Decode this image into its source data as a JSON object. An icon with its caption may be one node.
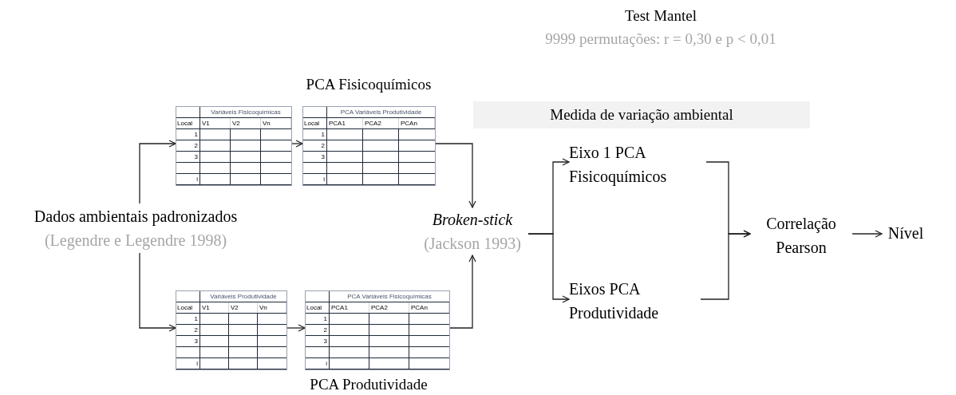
{
  "diagram": {
    "nodes": [
      {
        "text": [
          "Dados ambientais padronizados",
          "(Legendre e Legendre 1998)"
        ]
      },
      {
        "text": [
          "Variáveis Fisicoquímicas",
          "Local",
          "V1",
          "V2",
          "Vn",
          "1",
          "2",
          "3",
          "i"
        ]
      },
      {
        "text": [
          "PCA Variáveis Produtividade",
          "Local",
          "PCA1",
          "PCA2",
          "PCAn",
          "1",
          "2",
          "3",
          "i"
        ],
        "beside": [
          "PCA Fisicoquímicos"
        ]
      },
      {
        "text": [
          "Variáveis Produtividade",
          "Local",
          "V1",
          "V2",
          "Vn",
          "1",
          "2",
          "3",
          "i"
        ]
      },
      {
        "text": [
          "PCA Variáveis Fisicoquímicas",
          "Local",
          "PCA1",
          "PCA2",
          "PCAn",
          "1",
          "2",
          "3",
          "i"
        ],
        "beside": [
          "PCA Produtividade"
        ]
      },
      {
        "text": [
          "Broken-stick",
          "(Jackson 1993)"
        ]
      },
      {
        "text": [
          "Eixo 1 PCA Fisicoquímicos"
        ]
      },
      {
        "text": [
          "Eixos PCA Produtividade"
        ]
      },
      {
        "text": [
          "Correlação Pearson"
        ]
      },
      {
        "text": [
          "Nível"
        ]
      },
      {
        "text": [
          "Medida de variação ambiental"
        ]
      }
    ],
    "edges": [
      {
        "from": 0,
        "to": 1,
        "arrow": "to"
      },
      {
        "from": 0,
        "to": 3,
        "arrow": "to"
      },
      {
        "from": 1,
        "to": 2,
        "arrow": "to"
      },
      {
        "from": 3,
        "to": 4,
        "arrow": "to"
      },
      {
        "from": 2,
        "to": 5,
        "arrow": "to"
      },
      {
        "from": 4,
        "to": 5,
        "arrow": "to"
      },
      {
        "from": 5,
        "to": 6,
        "arrow": "to"
      },
      {
        "from": 5,
        "to": 7,
        "arrow": "to"
      },
      {
        "from": 6,
        "to": 8,
        "arrow": "to"
      },
      {
        "from": 7,
        "to": 8,
        "arrow": "to"
      },
      {
        "from": 8,
        "to": 9,
        "arrow": "to"
      }
    ],
    "labels": [
      "Test Mantel",
      "9999 permutações: r = 0,30 e p < 0,01"
    ]
  }
}
